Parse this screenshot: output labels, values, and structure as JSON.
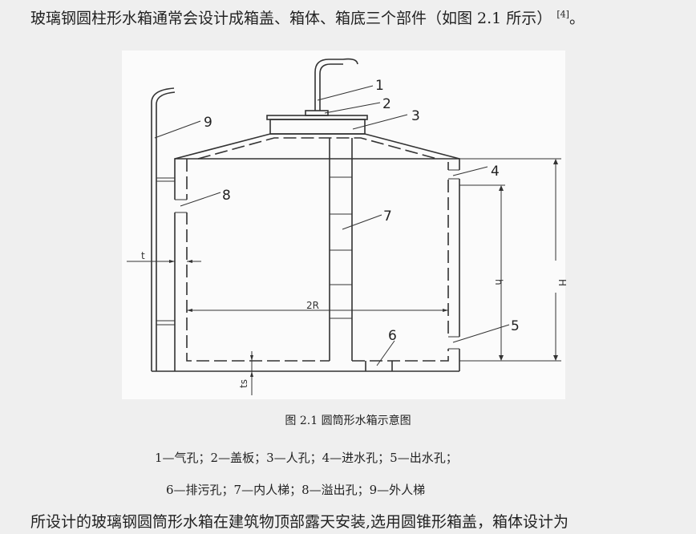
{
  "intro": {
    "text": "玻璃钢圆柱形水箱通常会设计成箱盖、箱体、箱底三个部件（如图 2.1 所示）",
    "citation": "[4]",
    "end": "。"
  },
  "figure": {
    "labels": [
      "1",
      "2",
      "3",
      "4",
      "5",
      "6",
      "7",
      "8",
      "9"
    ],
    "dimensions": {
      "H": "H",
      "h": "h",
      "two_r": "2R",
      "t": "t",
      "ts": "ts"
    },
    "caption": "图 2.1    圆筒形水箱示意图",
    "legend_line1": "1—气孔；2—盖板；3—人孔；4—进水孔；5—出水孔；",
    "legend_line2": "6—排污孔；7—内人梯；8—溢出孔；9—外人梯"
  },
  "outro": {
    "text": "所设计的玻璃钢圆筒形水箱在建筑物顶部露天安装,选用圆锥形箱盖，箱体设计为"
  }
}
